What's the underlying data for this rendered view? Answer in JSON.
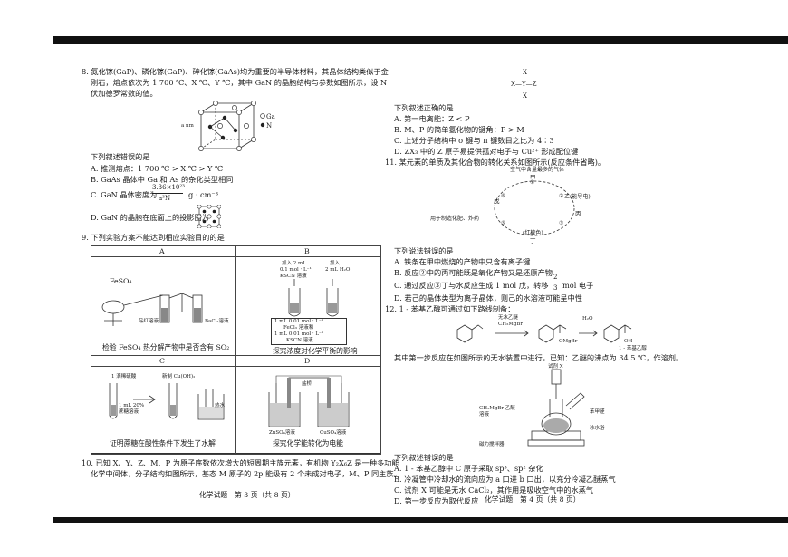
{
  "page_left": {
    "q8_line1": "8. 氮化镓(GaP)、磷化镓(GaP)、砷化镓(GaAs)均为重要的半导体材料，其晶体结构类似于金",
    "q8_line2": "刚石，熔点依次为 1 700 ℃、X ℃、Y ℃，其中 GaN 的晶胞结构与参数如图所示，设 N",
    "q8_line3": "伏加德罗常数的值。",
    "legend_ga": "Ga",
    "legend_n": "N",
    "cell_dim": "a nm",
    "q8_prompt": "下列叙述错误的是",
    "q8_a": "A. 推测熔点：1 700 ℃ > X ℃ > Y ℃",
    "q8_b": "B. GaAs 晶体中 Ga 和 As 的杂化类型相同",
    "q8_c_pre": "C. GaN 晶体密度为",
    "q8_c_num": "3.36×10²³",
    "q8_c_den": "a³N",
    "q8_c_unit": "g · cm⁻³",
    "q8_d": "D. GaN 的晶胞在底面上的投影图为",
    "q9_prompt": "9. 下列实验方案不能达到相应实验目的的是",
    "col_a": "A",
    "col_b": "B",
    "col_c": "C",
    "col_d": "D",
    "a_caption": "检验 FeSO₄ 热分解产物中是否含有 SO₂",
    "b_caption": "探究浓度对化学平衡的影响",
    "c_caption": "证明蔗糖在酸性条件下发生了水解",
    "d_caption": "探究化学能转化为电能",
    "a_lbl_feso4": "FeSO₄",
    "a_lbl_pinhong": "品红溶液",
    "a_lbl_bacl2": "BaCl₂溶液",
    "b_lbl_add1": "加入 2 mL",
    "b_lbl_add2": "0.1 mol · L⁻¹",
    "b_lbl_add3": "KSCN 溶液",
    "b_lbl_water1": "加入",
    "b_lbl_water2": "2 mL H₂O",
    "b_lbl_mix1": "1 mL 0.01 mol · L⁻¹",
    "b_lbl_mix2": "FeCl₃ 溶液和",
    "b_lbl_mix3": "1 mL 0.01 mol · L⁻¹",
    "b_lbl_mix4": "KSCN 溶液",
    "c_lbl_1": "1 滴稀硫酸",
    "c_lbl_2": "新制 Cu(OH)₂",
    "c_lbl_3": "1 mL 20%",
    "c_lbl_4": "蔗糖溶液",
    "c_lbl_5": "热水",
    "d_lbl_salt": "盐桥",
    "d_lbl_znso4": "ZnSO₄溶液",
    "d_lbl_cuso4": "CuSO₄溶液",
    "q10_line1": "10. 已知 X、Y、Z、M、P 为原子序数依次增大的短周期主族元素，有机物 Y₂X₆Z 是一种多功能",
    "q10_line2": "化学中间体，分子结构如图所示，基态 M 原子的 2p 能级有 2 个未成对电子，M、P 同主族。",
    "footer": "化学试题　第 3 页（共 8 页）"
  },
  "page_right": {
    "struct_top": "X",
    "struct_mid": "X—Y—Z",
    "struct_bot": "X",
    "q10_prompt": "下列叙述正确的是",
    "q10_a": "A. 第一电离能：Z < P",
    "q10_b": "B. M、P 的简单氢化物的键角：P > M",
    "q10_c": "C. 上述分子结构中 σ 键与 π 键数目之比为 4∶3",
    "q10_d": "D. ZX₃ 中的 Z 原子易提供孤对电子与 Cu²⁺ 形成配位键",
    "q11_stem": "11. 某元素的单质及其化合物的转化关系如图所示(反应条件省略)。",
    "cyc_top": "空气中含量最多的气体",
    "cyc_a": "甲",
    "cyc_b": "乙(能导电)",
    "cyc_c": "丙",
    "cyc_d": "丁",
    "cyc_e": "戊",
    "cyc_f": "用于制造化肥、炸药",
    "cyc_g": "(红棕色)",
    "q11_prompt": "下列说法错误的是",
    "q11_a": "A. 铁条在甲中燃烧的产物中只含有离子键",
    "q11_b": "B. 反应②中的丙可能既是氧化产物又是还原产物",
    "q11_c_pre": "C. 通过反应③丁与水反应生成 1 mol 戊，转移",
    "q11_c_frac_num": "2",
    "q11_c_frac_den": "3",
    "q11_c_post": "mol 电子",
    "q11_d": "D. 若己的晶体类型为离子晶体，则己的水溶液可能呈中性",
    "q12_stem": "12. 1 - 苯基乙醇可通过如下路线制备：",
    "rxn_reagent1": "无水乙醚",
    "rxn_reagent2": "CH₃MgBr",
    "rxn_reagent3": "H₂O",
    "rxn_product1": "OMgBr",
    "rxn_product2": "OH",
    "rxn_name": "1 - 苯基乙醇",
    "q12_line2": "其中第一步反应在如图所示的无水装置中进行。已知：乙醚的沸点为 34.5 ℃，作溶剂。",
    "app_x": "试剂 X",
    "app_flask": "CH₃MgBr 乙醚溶液",
    "app_stir": "磁力搅拌器",
    "app_ald": "苯甲醛",
    "app_ice": "冰水浴",
    "q12_prompt": "下列叙述错误的是",
    "q12_a": "A. 1 - 苯基乙醇中 C 原子采取 sp³、sp² 杂化",
    "q12_b": "B. 冷凝管中冷却水的流向应为 a 口进 b 口出，以充分冷凝乙醚蒸气",
    "q12_c": "C. 试剂 X 可能是无水 CaCl₂，其作用是吸收空气中的水蒸气",
    "q12_d": "D. 第一步反应为取代反应",
    "footer": "化学试题　第 4 页（共 8 页）"
  }
}
